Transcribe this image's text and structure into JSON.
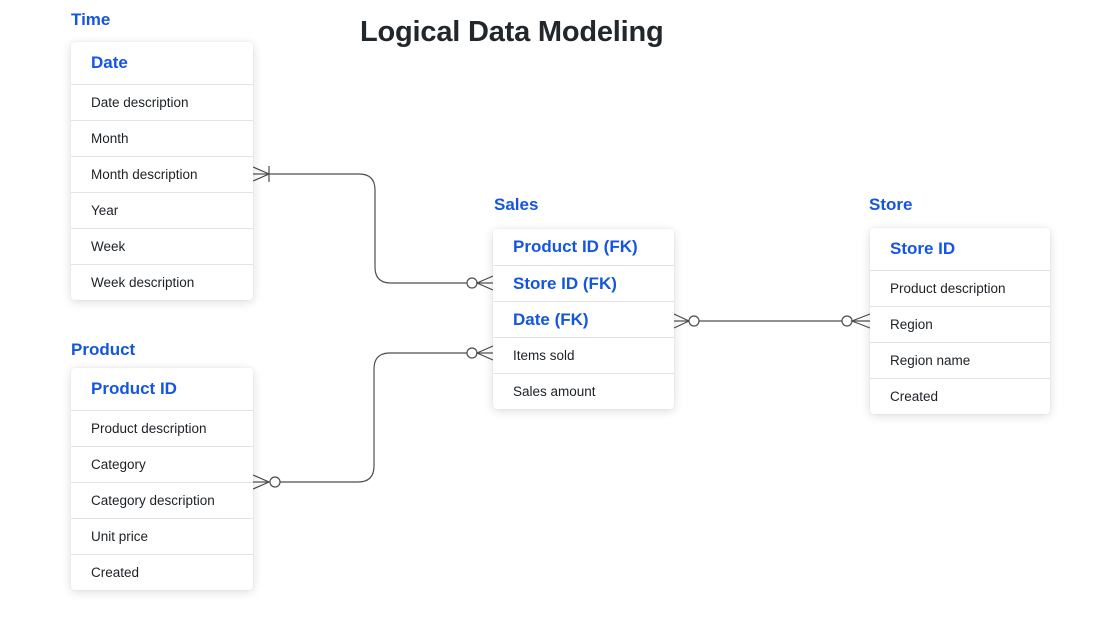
{
  "title": "Logical Data Modeling",
  "colors": {
    "accent_blue": "#1456e0",
    "title_text": "#21272a",
    "row_text": "#1c2126",
    "connector": "#4d4d4d",
    "divider": "#e3e3e3"
  },
  "entities": [
    {
      "label": "Time",
      "keys": [
        "Date"
      ],
      "attrs": [
        "Date description",
        "Month",
        "Month description",
        "Year",
        "Week",
        "Week description"
      ]
    },
    {
      "label": "Product",
      "keys": [
        "Product ID"
      ],
      "attrs": [
        "Product description",
        "Category",
        "Category description",
        "Unit price",
        "Created"
      ]
    },
    {
      "label": "Sales",
      "keys": [
        "Product ID (FK)",
        "Store ID (FK)",
        "Date (FK)"
      ],
      "attrs": [
        "Items sold",
        "Sales amount"
      ]
    },
    {
      "label": "Store",
      "keys": [
        "Store ID"
      ],
      "attrs": [
        "Product description",
        "Region",
        "Region name",
        "Created"
      ]
    }
  ],
  "relationships": [
    {
      "from": "Time",
      "to": "Sales",
      "from_notation": "many (crow's foot) with one bar",
      "to_notation": "zero or many (circle + crow's foot)"
    },
    {
      "from": "Product",
      "to": "Sales",
      "from_notation": "zero or many (crow's foot + circle)",
      "to_notation": "zero or many (circle + crow's foot)"
    },
    {
      "from": "Sales",
      "to": "Store",
      "from_notation": "zero or many (crow's foot + circle)",
      "to_notation": "zero or many (circle + crow's foot)"
    }
  ]
}
